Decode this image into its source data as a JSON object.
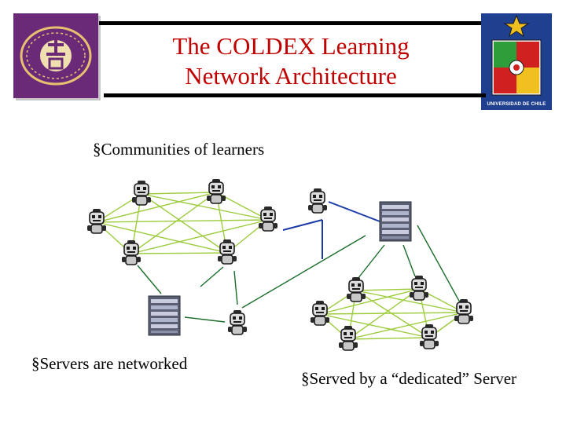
{
  "slide": {
    "title_line1": "The COLDEX Learning",
    "title_line2": "Network Architecture",
    "bullet_marker": "§",
    "bullets": [
      "Communities of learners",
      "Servers are networked",
      "Served by a “dedicated” Server"
    ],
    "right_logo_caption": "UNIVERSIDAD DE CHILE"
  },
  "icons": {
    "left_logo": "university-emblem-icon",
    "right_logo": "university-shield-icon",
    "learner": "robot-learner-icon",
    "server": "server-rack-icon"
  },
  "colors": {
    "title": "#c00000",
    "community_links": "#9ccc3c",
    "server_links": "#1a6e2a",
    "server_network_links": "#1a3aa6",
    "left_logo_bg": "#6a2a78",
    "right_logo_bg": "#1f3f8f"
  }
}
